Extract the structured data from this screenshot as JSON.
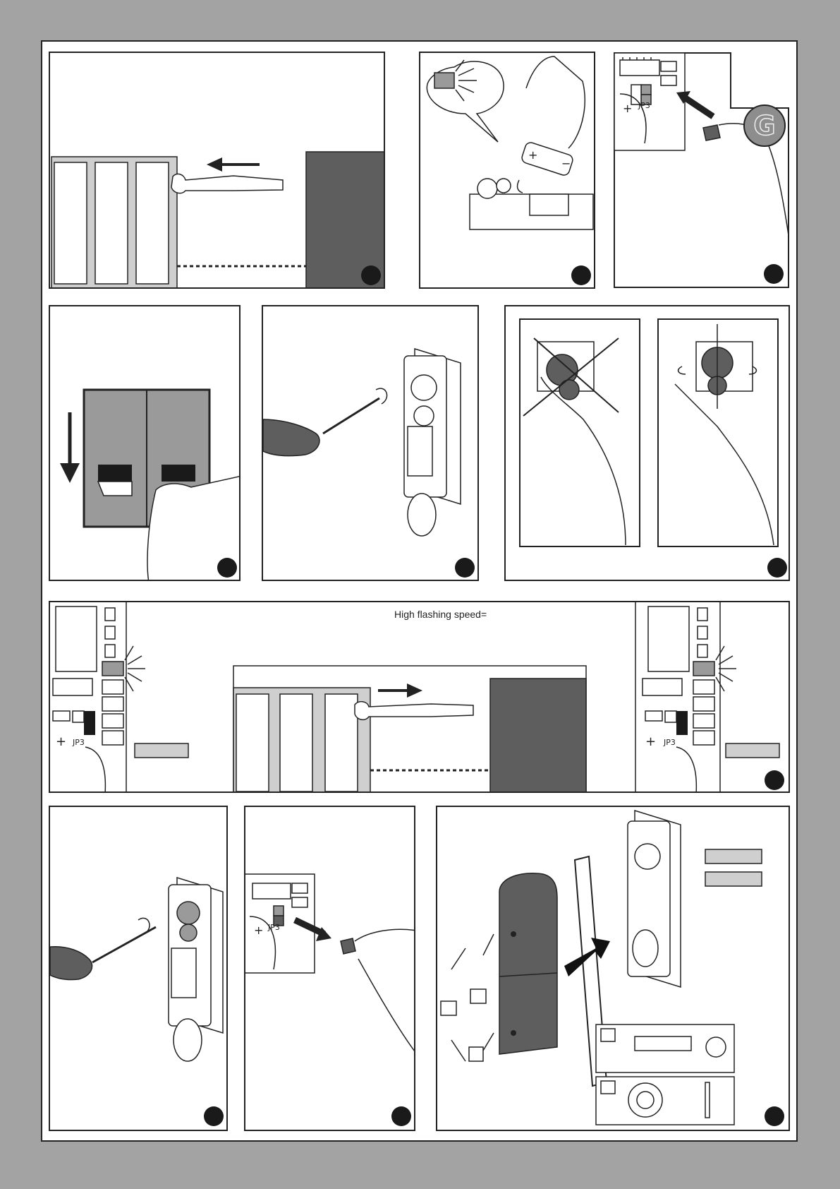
{
  "caption_flashing": "High flashing speed=",
  "badge_letter": "G",
  "jumper_label": "JP3",
  "colors": {
    "background": "#a3a3a3",
    "door_dark": "#5e5e5e",
    "frame_light": "#cfcfcf",
    "led_grey": "#9a9a9a",
    "step_marker": "#1a1a1a"
  }
}
